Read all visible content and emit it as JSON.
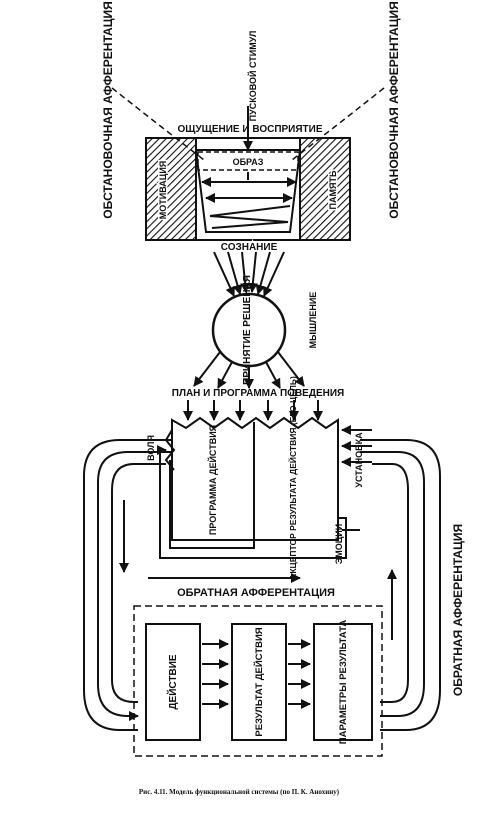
{
  "labels": {
    "afferentation_left": "ОБСТАНОВОЧНАЯ АФФЕРЕНТАЦИЯ",
    "afferentation_right": "ОБСТАНОВОЧНАЯ АФФЕРЕНТАЦИЯ",
    "trigger_stimulus": "ПУСКОВОЙ СТИМУЛ",
    "sensation_perception": "ОЩУЩЕНИЕ И ВОСПРИЯТИЕ",
    "image": "ОБРАЗ",
    "motivation": "МОТИВАЦИЯ",
    "memory": "ПАМЯТЬ",
    "consciousness": "СОЗНАНИЕ",
    "decision": "ПРИНЯТИЕ РЕШЕНИЯ",
    "thinking": "МЫШЛЕНИЕ",
    "plan": "ПЛАН И ПРОГРАММА ПОВЕДЕНИЯ",
    "will": "ВОЛЯ",
    "action_program": "ПРОГРАММА ДЕЙСТВИЯ",
    "acceptor": "АКЦЕПТОР РЕЗУЛЬТАТА ДЕЙСТВИЯ (ЕГО ЦЕЛЬ)",
    "set": "УСТАНОВКА",
    "emotions": "ЭМОЦИИ",
    "feedback_afferentation": "ОБРАТНАЯ АФФЕРЕНТАЦИЯ",
    "feedback_afferentation_side": "ОБРАТНАЯ АФФЕРЕНТАЦИЯ",
    "action": "ДЕЙСТВИЕ",
    "action_result": "РЕЗУЛЬТАТ ДЕЙСТВИЯ",
    "result_params": "ПАРАМЕТРЫ РЕЗУЛЬТАТА"
  },
  "caption": "Рис. 4.11. Модель функциональной системы (по П. К. Анохину)"
}
